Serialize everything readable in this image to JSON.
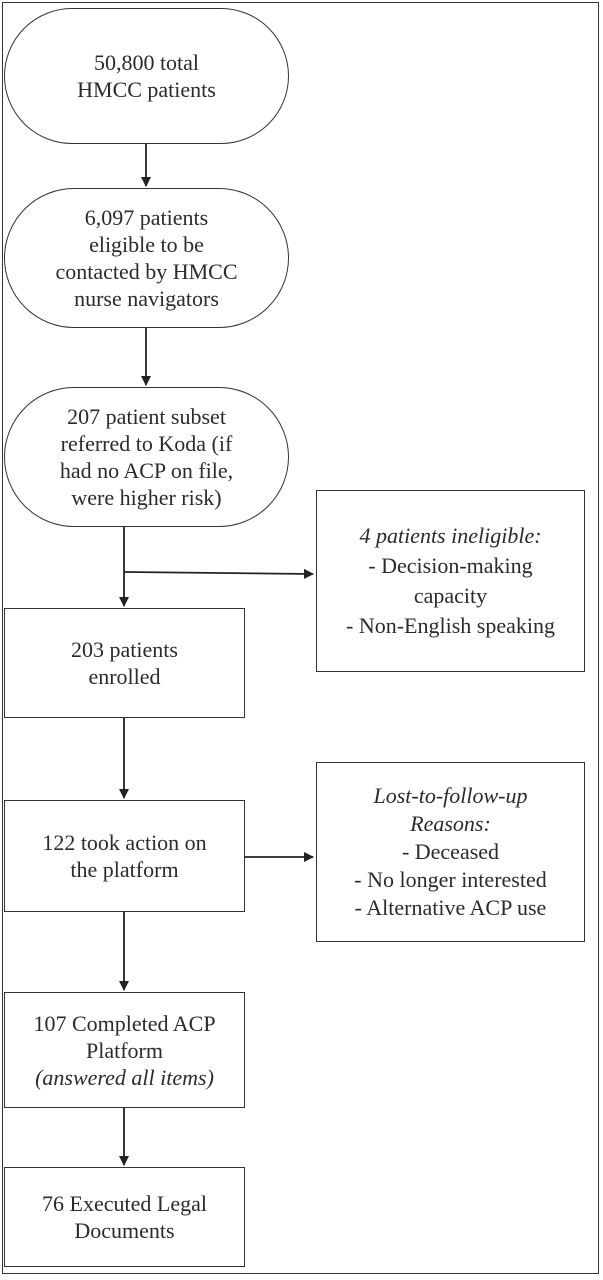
{
  "nodes": {
    "total_patients": {
      "lines": [
        "50,800 total",
        "HMCC patients"
      ]
    },
    "eligible": {
      "lines": [
        "6,097 patients",
        "eligible to be",
        "contacted by HMCC",
        "nurse navigators"
      ]
    },
    "referred": {
      "lines": [
        "207 patient subset",
        "referred to Koda (if",
        "had no ACP on file,",
        "were higher risk)"
      ]
    },
    "ineligible": {
      "title": "4 patients ineligible:",
      "lines": [
        "-  Decision-making",
        "capacity",
        "- Non-English speaking"
      ]
    },
    "enrolled": {
      "lines": [
        "203 patients",
        "enrolled"
      ]
    },
    "took_action": {
      "lines": [
        "122 took action on",
        "the platform"
      ]
    },
    "lost": {
      "title_lines": [
        "Lost-to-follow-up",
        "Reasons:"
      ],
      "lines": [
        "- Deceased",
        "- No longer interested",
        "- Alternative ACP use"
      ]
    },
    "completed": {
      "lines": [
        "107 Completed ACP",
        "Platform"
      ],
      "note": "(answered all items)"
    },
    "executed": {
      "lines": [
        "76 Executed Legal",
        "Documents"
      ]
    }
  }
}
